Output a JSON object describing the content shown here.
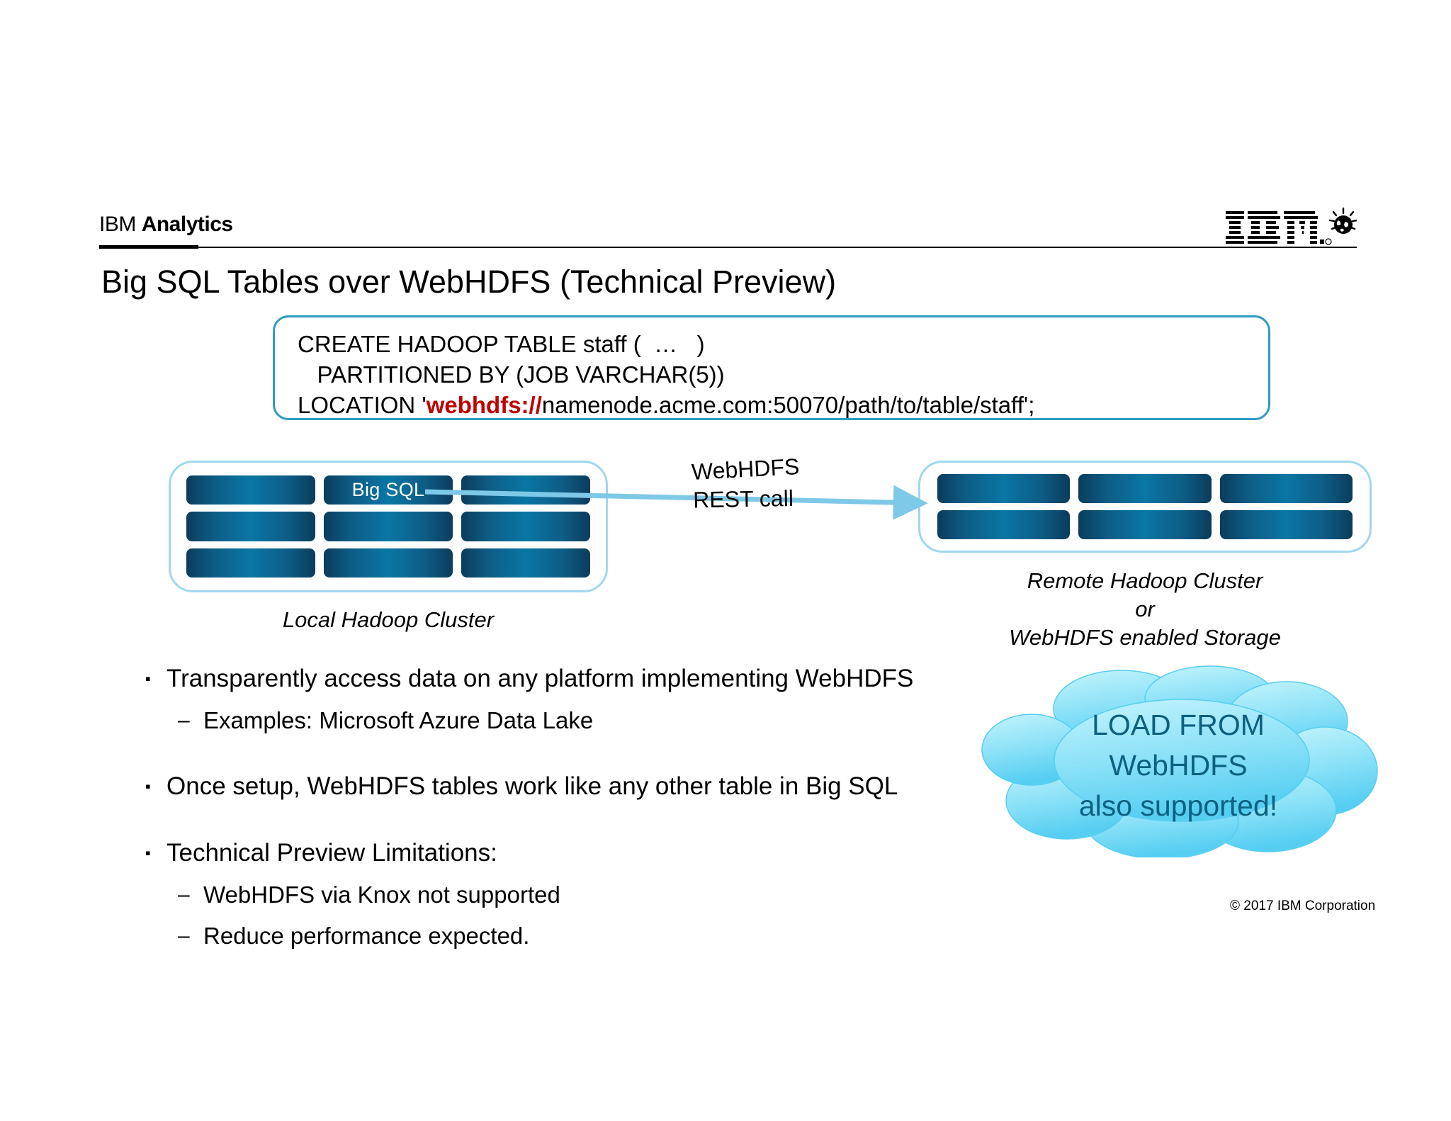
{
  "header": {
    "brand_light": "IBM",
    "brand_bold": "Analytics",
    "logo_icon": "ibm-logo-icon",
    "logo_text": "IBM",
    "globe_icon": "smarter-planet-globe-icon"
  },
  "title": "Big SQL Tables over WebHDFS (Technical Preview)",
  "sql_box": {
    "line1": "CREATE HADOOP TABLE staff (  …   )",
    "line2": "   PARTITIONED BY (JOB VARCHAR(5))",
    "line3_prefix": "LOCATION '",
    "line3_scheme": "webhdfs://",
    "line3_suffix": "namenode.acme.com:50070/path/to/table/staff';",
    "accent_color": "#c00000",
    "border_color": "#2e9ac4"
  },
  "diagram": {
    "local_cluster": {
      "caption": "Local Hadoop Cluster",
      "nodes": [
        "",
        "Big SQL",
        "",
        "",
        "",
        "",
        "",
        "",
        ""
      ]
    },
    "remote_cluster": {
      "caption_line1": "Remote Hadoop Cluster",
      "caption_line2": "or",
      "caption_line3": "WebHDFS enabled Storage",
      "nodes": [
        "",
        "",
        "",
        "",
        "",
        ""
      ]
    },
    "arrow": {
      "label_line1": "WebHDFS",
      "label_line2": "REST call",
      "color": "#7ec8e8",
      "icon": "arrow-right-icon"
    },
    "node_color_dark": "#0c3c5c",
    "node_color_light": "#0a76a4",
    "container_border_color": "#9fd7ef"
  },
  "bullets": [
    {
      "level": 1,
      "marker": "▪",
      "text": "Transparently access data on any platform implementing WebHDFS"
    },
    {
      "level": 2,
      "marker": "–",
      "text": "Examples: Microsoft Azure Data Lake"
    },
    {
      "level": 1,
      "marker": "▪",
      "text": "Once setup, WebHDFS tables work like any other table in Big SQL"
    },
    {
      "level": 1,
      "marker": "▪",
      "text": "Technical Preview Limitations:"
    },
    {
      "level": 2,
      "marker": "–",
      "text": "WebHDFS via Knox not supported"
    },
    {
      "level": 2,
      "marker": "–",
      "text": "Reduce performance expected."
    }
  ],
  "cloud": {
    "icon": "cloud-callout-icon",
    "line1": "LOAD FROM",
    "line2": "WebHDFS",
    "line3": "also supported!",
    "text_color": "#0c6080",
    "fill_light": "#b9f0fb",
    "fill_dark": "#5ed3f3"
  },
  "footer": {
    "copyright": "© 2017 IBM Corporation"
  }
}
